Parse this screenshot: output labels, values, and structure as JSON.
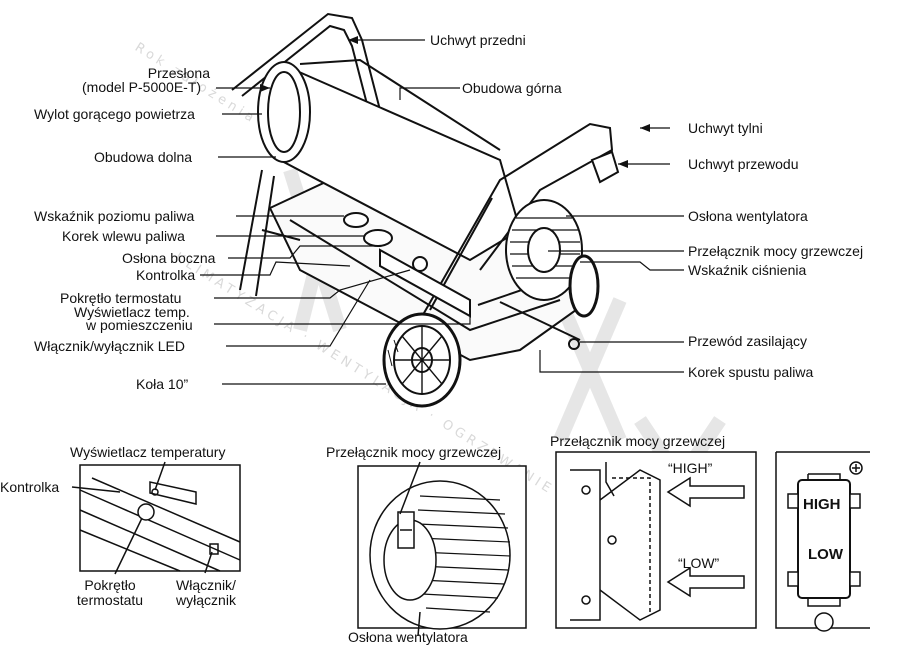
{
  "callouts": {
    "uchwyt_przedni": "Uchwyt przedni",
    "przeslona_line1": "Przesłona",
    "przeslona_line2": "(model P-5000E-T)",
    "obudowa_gorna": "Obudowa górna",
    "wylot": "Wylot gorącego powietrza",
    "uchwyt_tylni": "Uchwyt tylni",
    "uchwyt_przewodu": "Uchwyt przewodu",
    "obudowa_dolna": "Obudowa dolna",
    "wskaznik_paliwa": "Wskaźnik poziomu paliwa",
    "korek_wlewu": "Korek wlewu paliwa",
    "oslona_wentylatora": "Osłona wentylatora",
    "oslona_boczna": "Osłona boczna",
    "przelacznik_mocy": "Przełącznik mocy grzewczej",
    "kontrolka": "Kontrolka",
    "wskaznik_cisnienia": "Wskaźnik ciśnienia",
    "pokretlo_termostatu": "Pokrętło termostatu",
    "wyswietlacz_line1": "Wyświetlacz temp.",
    "wyswietlacz_line2": "w pomieszczeniu",
    "przewod_zasilajacy": "Przewód zasilający",
    "wlacznik_led": "Włącznik/wyłącznik LED",
    "korek_spustu": "Korek spustu paliwa",
    "kola": "Koła 10”"
  },
  "detail1": {
    "wyswietlacz_temperatury": "Wyświetlacz temperatury",
    "kontrolka": "Kontrolka",
    "pokretlo_line1": "Pokrętło",
    "pokretlo_line2": "termostatu",
    "wlacznik_line1": "Włącznik/",
    "wlacznik_line2": "wyłącznik"
  },
  "detail2": {
    "przelacznik": "Przełącznik mocy grzewczej",
    "oslona": "Osłona wentylatora"
  },
  "detail3": {
    "przelacznik": "Przełącznik mocy grzewczej",
    "high": "“HIGH”",
    "low": "“LOW”"
  },
  "detail4": {
    "high": "HIGH",
    "low": "LOW"
  },
  "watermark": {
    "line1": "Rok założenia",
    "line2": "KLIMATYZACJA · WENTYLACJA · OGRZEWANIE"
  }
}
